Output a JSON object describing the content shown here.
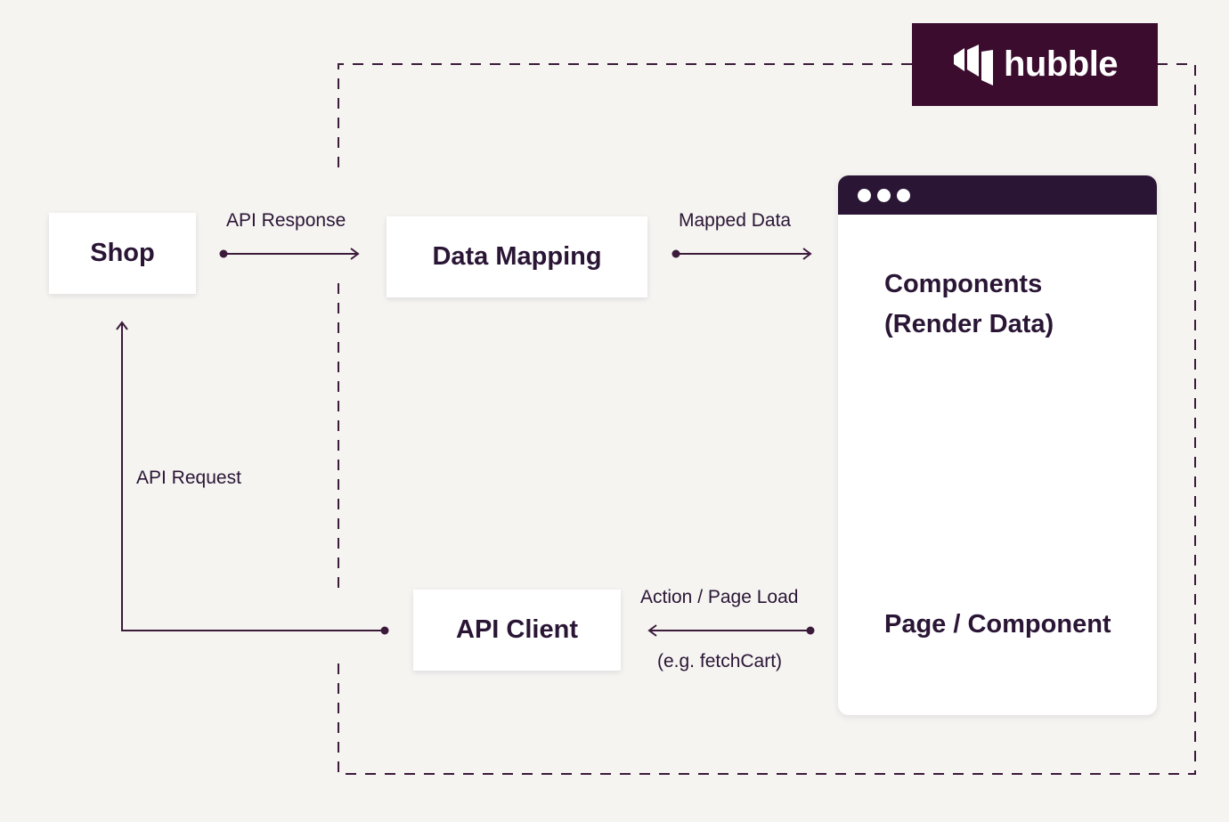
{
  "nodes": {
    "shop": "Shop",
    "data_mapping": "Data Mapping",
    "api_client": "API Client"
  },
  "edges": {
    "api_response": "API Response",
    "mapped_data": "Mapped Data",
    "api_request": "API Request",
    "action_page_load": "Action / Page Load",
    "example_call": "(e.g. fetchCart)"
  },
  "app_window": {
    "title_line1": "Components",
    "title_line2": "(Render Data)",
    "footer": "Page / Component"
  },
  "brand": {
    "logo_text": "hubble",
    "logo_icon": "hubble-logo-icon"
  },
  "colors": {
    "background": "#f5f4f1",
    "ink": "#2a1535",
    "logo_bg": "#3b0c2e",
    "window_titlebar": "#2a1535",
    "card": "#ffffff"
  }
}
